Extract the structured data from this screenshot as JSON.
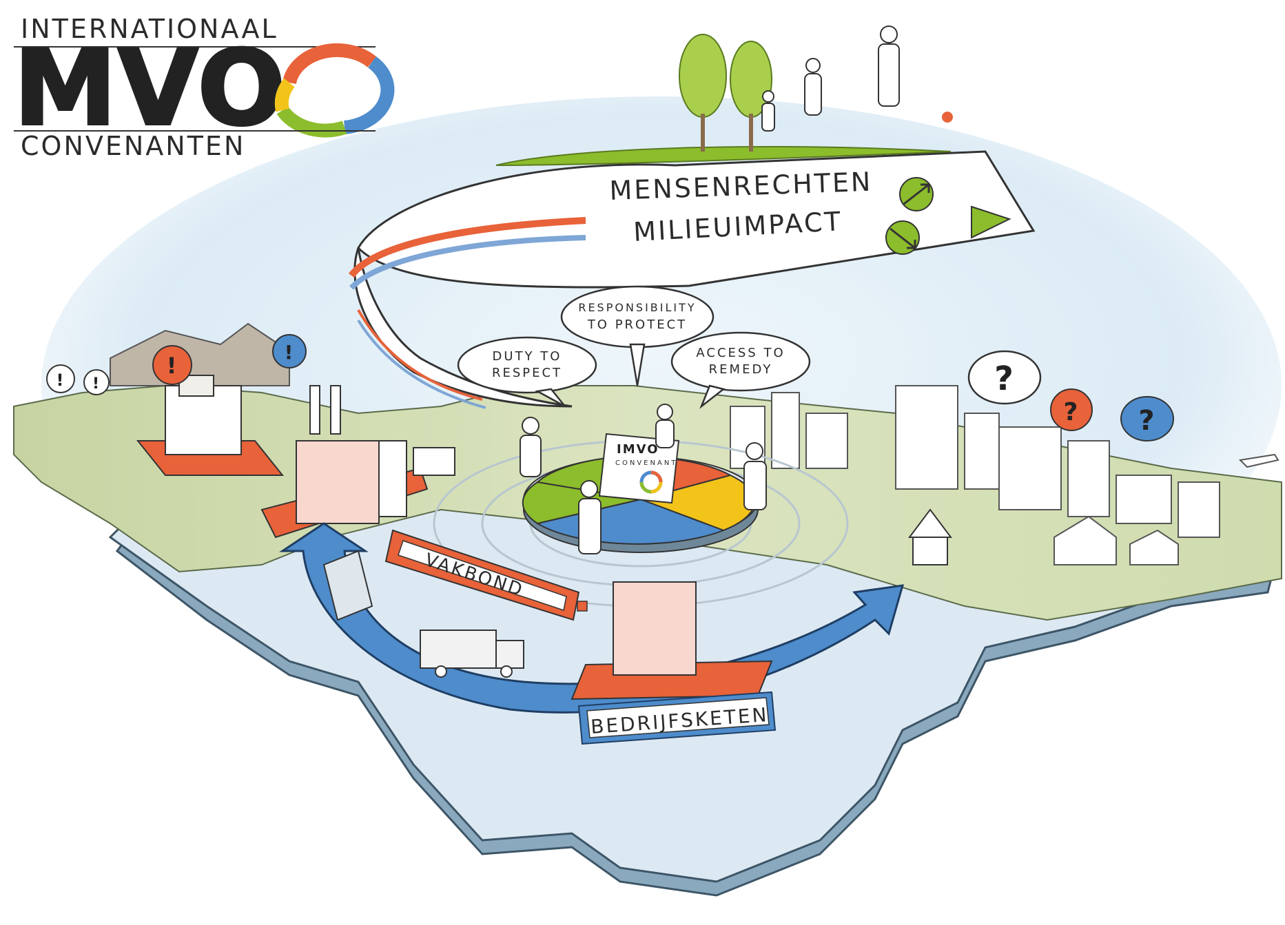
{
  "logo": {
    "line1": "INTERNATIONAAL",
    "main": "MVO",
    "line2": "CONVENANTEN"
  },
  "banner": {
    "item1": "MENSENRECHTEN",
    "item2": "MILIEUIMPACT"
  },
  "bubbles": {
    "duty": [
      "DUTY TO",
      "RESPECT"
    ],
    "responsibility": [
      "RESPONSIBILITY",
      "TO PROTECT"
    ],
    "access": [
      "ACCESS TO",
      "REMEDY"
    ]
  },
  "center": {
    "doc_title": "IMVO",
    "doc_subtitle": "CONVENANT"
  },
  "labels": {
    "union": "VAKBOND",
    "chain": "BEDRIJFSKETEN"
  },
  "markers": {
    "alert": "!",
    "question": "?"
  },
  "colors": {
    "orange": "#e8623a",
    "blue": "#4e8ccc",
    "green": "#8cbd2c",
    "yellow": "#f2c41a",
    "land": "#c9d8a8",
    "water": "#d6e8f5"
  }
}
